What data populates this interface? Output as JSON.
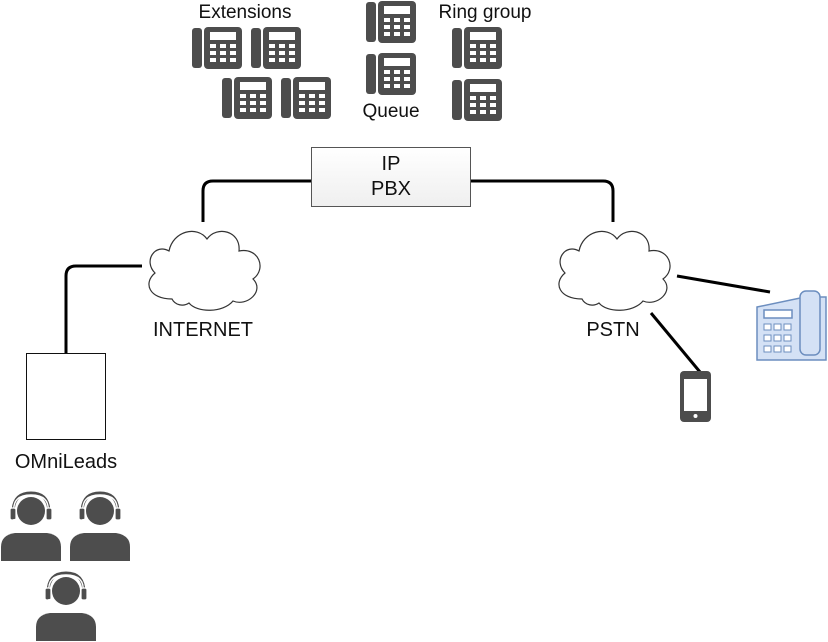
{
  "labels": {
    "extensions": "Extensions",
    "ring_group": "Ring group",
    "queue": "Queue",
    "pbx_line1": "IP",
    "pbx_line2": "PBX",
    "internet": "INTERNET",
    "pstn": "PSTN",
    "omnileads": "OMniLeads"
  },
  "icons": {
    "ip_phone": "ip-phone-icon",
    "cloud": "cloud-icon",
    "network_logo": "omnileads-network-icon",
    "desk_phone": "desk-phone-icon",
    "mobile": "mobile-phone-icon",
    "agent": "agent-headset-icon"
  },
  "colors": {
    "icon_dark": "#4d4d4d",
    "line": "#000000",
    "cloud_stroke": "#333333",
    "desk_phone_fill": "#d4e1f5",
    "desk_phone_stroke": "#6c8ebf",
    "logo_stroke": "#888888"
  }
}
